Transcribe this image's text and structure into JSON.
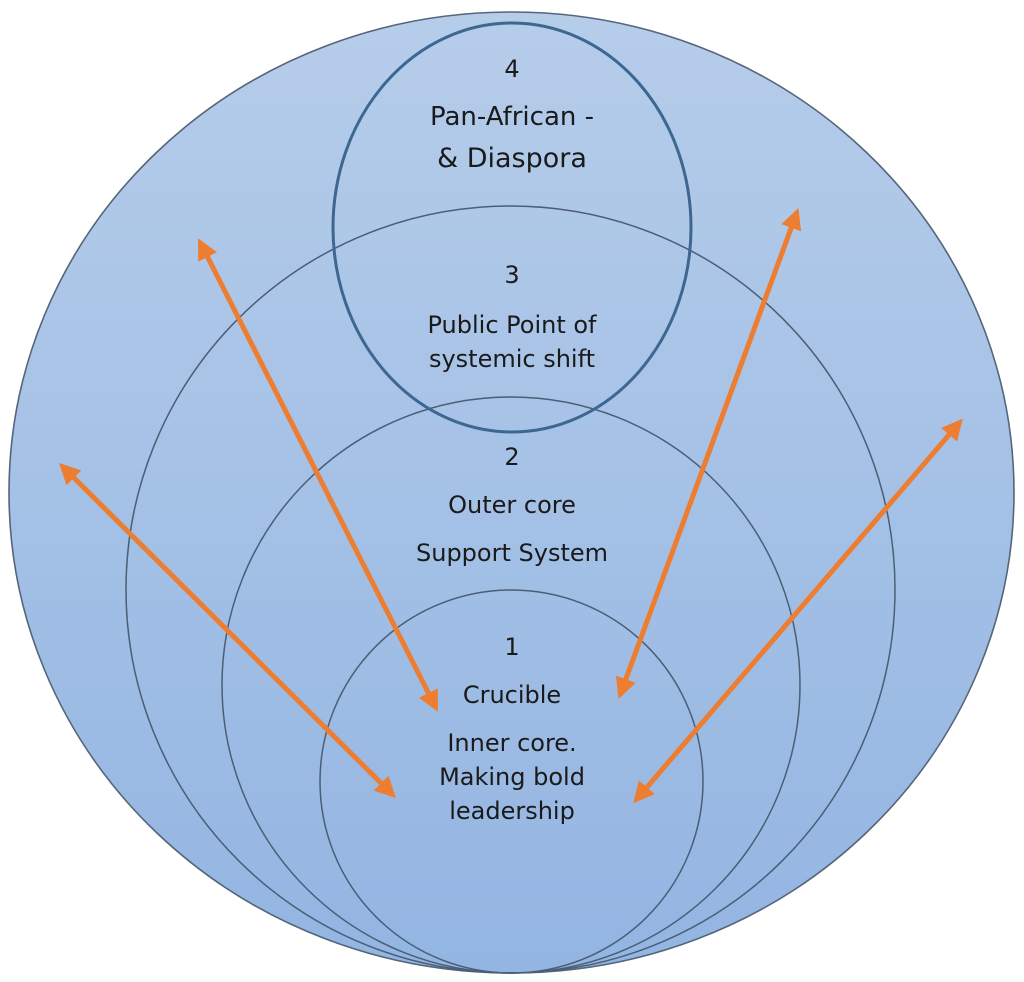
{
  "title": "Concentric leadership circles diagram",
  "colors": {
    "fill_top": "#b4cbe9",
    "fill_bottom": "#95b7e3",
    "ring_stroke": "#4a5e75",
    "circle4_stroke": "#3d6790",
    "arrow": "#ed7d31",
    "text": "#1a1a1a"
  },
  "circles": [
    {
      "id": "outer",
      "label": ""
    },
    {
      "id": "3",
      "number": "3",
      "lines": [
        "Public Point of",
        "systemic shift"
      ]
    },
    {
      "id": "2",
      "number": "2",
      "lines": [
        "Outer core",
        "Support System"
      ]
    },
    {
      "id": "1",
      "number": "1",
      "lines": [
        "Crucible",
        "Inner core.",
        "Making bold",
        "leadership"
      ]
    },
    {
      "id": "4",
      "number": "4",
      "lines": [
        "Pan-African -",
        "& Diaspora"
      ]
    }
  ],
  "arrows": [
    {
      "name": "arrow-left-low",
      "type": "double-headed"
    },
    {
      "name": "arrow-left-high",
      "type": "double-headed"
    },
    {
      "name": "arrow-right-high",
      "type": "double-headed"
    },
    {
      "name": "arrow-right-low",
      "type": "double-headed"
    }
  ]
}
